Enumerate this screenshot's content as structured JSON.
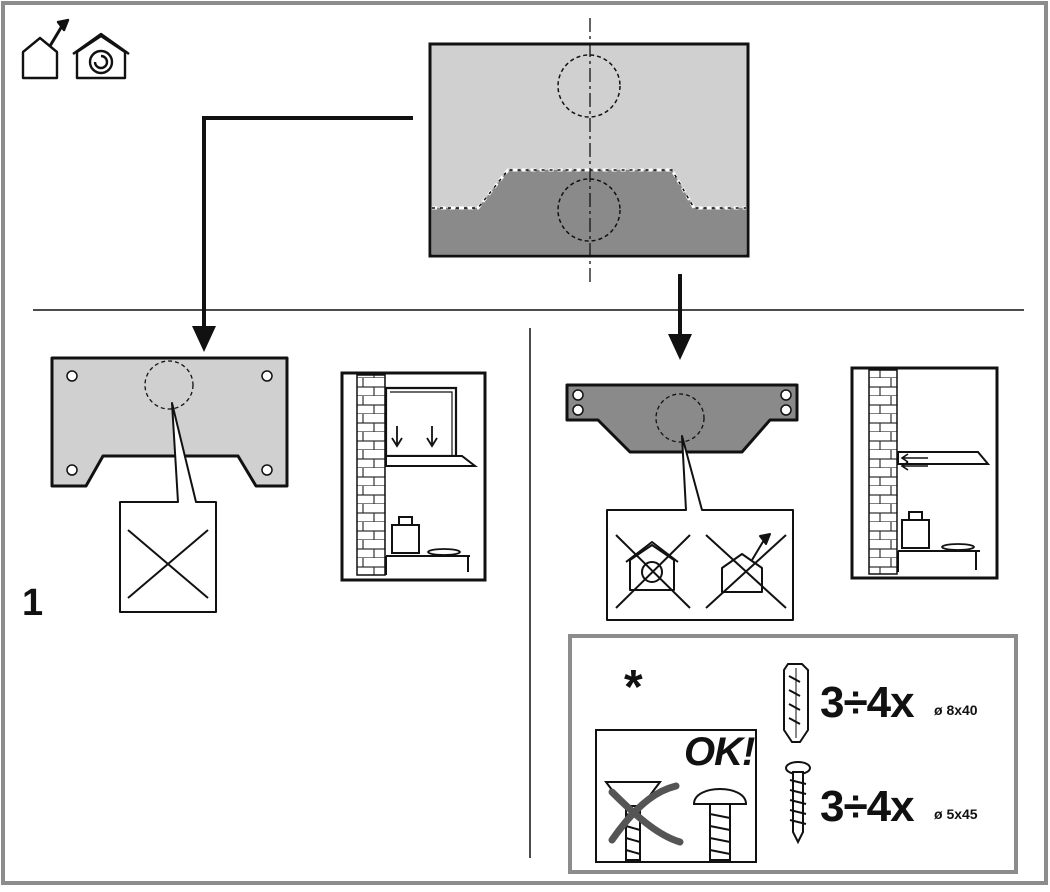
{
  "step": {
    "number": "1"
  },
  "hardware": {
    "note_symbol": "*",
    "ok_label": "OK!",
    "wall_anchor": {
      "quantity": "3÷4x",
      "size": "ø 8x40",
      "icon": "wall-plug-icon"
    },
    "screw": {
      "quantity": "3÷4x",
      "size": "ø 5x45",
      "icon": "screw-icon"
    }
  },
  "modes": {
    "ducted": {
      "icon": "house-chimney-icon"
    },
    "recirculation": {
      "icon": "house-recirculation-icon"
    }
  },
  "colors": {
    "frame": "#8c8c8c",
    "light_panel": "#d0d0d0",
    "dark_panel": "#8a8a8a",
    "line": "#111111"
  }
}
